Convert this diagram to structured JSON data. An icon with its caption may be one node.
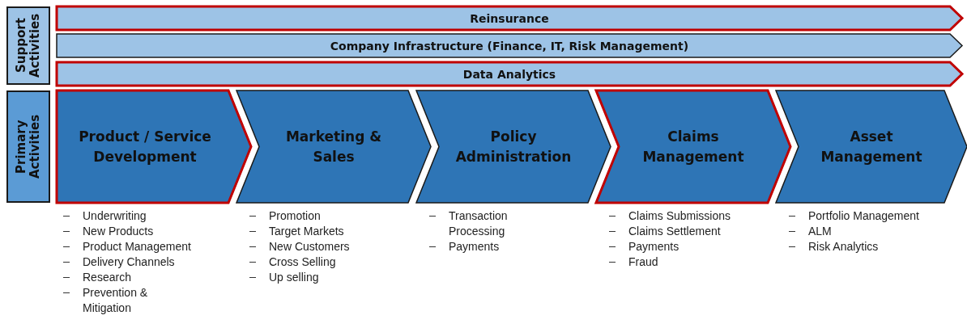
{
  "diagram": {
    "nodes": [
      {
        "text": [
          "Support Activities"
        ]
      },
      {
        "text": [
          "Primary Activities"
        ]
      },
      {
        "text": [
          "Reinsurance"
        ]
      },
      {
        "text": [
          "Company Infrastructure (Finance, IT, Risk Management)"
        ]
      },
      {
        "text": [
          "Data Analytics"
        ]
      },
      {
        "text": [
          "Product / Service Development"
        ],
        "beside": [
          "Underwriting",
          "New Products",
          "Product Management",
          "Delivery Channels",
          "Research",
          "Prevention & Mitigation"
        ]
      },
      {
        "text": [
          "Marketing & Sales"
        ],
        "beside": [
          "Promotion",
          "Target Markets",
          "New Customers",
          "Cross Selling",
          "Up selling"
        ]
      },
      {
        "text": [
          "Policy Administration"
        ],
        "beside": [
          "Transaction Processing",
          "Payments"
        ]
      },
      {
        "text": [
          "Claims Management"
        ],
        "beside": [
          "Claims Submissions",
          "Claims Settlement",
          "Payments",
          "Fraud"
        ]
      },
      {
        "text": [
          "Asset Management"
        ],
        "beside": [
          "Portfolio Management",
          "ALM",
          "Risk Analytics"
        ]
      }
    ]
  }
}
